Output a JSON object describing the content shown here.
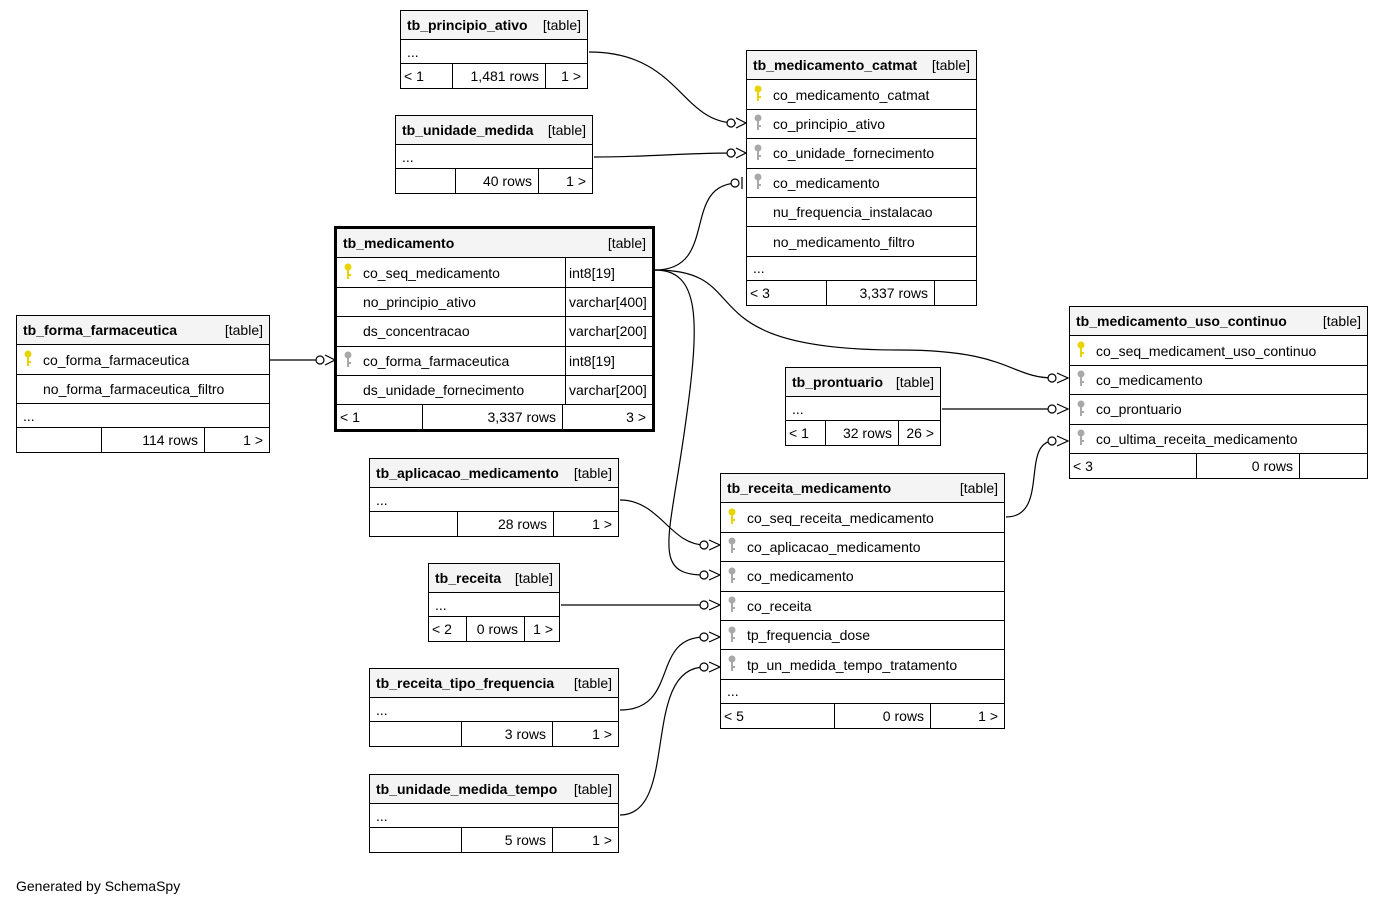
{
  "footer": "Generated by SchemaSpy",
  "table_tag": "[table]",
  "ellipsis": "...",
  "tables": {
    "principio_ativo": {
      "name": "tb_principio_ativo",
      "columns": [],
      "footer": [
        "< 1",
        "1,481 rows",
        "1 >"
      ]
    },
    "unidade_medida": {
      "name": "tb_unidade_medida",
      "columns": [],
      "footer": [
        "",
        "40 rows",
        "1 >"
      ]
    },
    "medicamento_catmat": {
      "name": "tb_medicamento_catmat",
      "columns": [
        {
          "name": "co_medicamento_catmat",
          "key": "pk"
        },
        {
          "name": "co_principio_ativo",
          "key": "fk"
        },
        {
          "name": "co_unidade_fornecimento",
          "key": "fk"
        },
        {
          "name": "co_medicamento",
          "key": "fk"
        },
        {
          "name": "nu_frequencia_instalacao",
          "key": ""
        },
        {
          "name": "no_medicamento_filtro",
          "key": ""
        }
      ],
      "footer": [
        "< 3",
        "3,337 rows",
        ""
      ]
    },
    "medicamento": {
      "name": "tb_medicamento",
      "columns": [
        {
          "name": "co_seq_medicamento",
          "type": "int8[19]",
          "key": "pk"
        },
        {
          "name": "no_principio_ativo",
          "type": "varchar[400]",
          "key": ""
        },
        {
          "name": "ds_concentracao",
          "type": "varchar[200]",
          "key": ""
        },
        {
          "name": "co_forma_farmaceutica",
          "type": "int8[19]",
          "key": "fk"
        },
        {
          "name": "ds_unidade_fornecimento",
          "type": "varchar[200]",
          "key": ""
        }
      ],
      "footer": [
        "< 1",
        "3,337 rows",
        "3 >"
      ]
    },
    "forma_farmaceutica": {
      "name": "tb_forma_farmaceutica",
      "columns": [
        {
          "name": "co_forma_farmaceutica",
          "key": "pk"
        },
        {
          "name": "no_forma_farmaceutica_filtro",
          "key": ""
        }
      ],
      "footer": [
        "",
        "114 rows",
        "1 >"
      ]
    },
    "medicamento_uso_continuo": {
      "name": "tb_medicamento_uso_continuo",
      "columns": [
        {
          "name": "co_seq_medicament_uso_continuo",
          "key": "pk"
        },
        {
          "name": "co_medicamento",
          "key": "fk"
        },
        {
          "name": "co_prontuario",
          "key": "fk"
        },
        {
          "name": "co_ultima_receita_medicamento",
          "key": "fk"
        }
      ],
      "footer": [
        "< 3",
        "0 rows",
        ""
      ]
    },
    "prontuario": {
      "name": "tb_prontuario",
      "columns": [],
      "footer": [
        "< 1",
        "32 rows",
        "26 >"
      ]
    },
    "aplicacao_medicamento": {
      "name": "tb_aplicacao_medicamento",
      "columns": [],
      "footer": [
        "",
        "28 rows",
        "1 >"
      ]
    },
    "receita_medicamento": {
      "name": "tb_receita_medicamento",
      "columns": [
        {
          "name": "co_seq_receita_medicamento",
          "key": "pk"
        },
        {
          "name": "co_aplicacao_medicamento",
          "key": "fk"
        },
        {
          "name": "co_medicamento",
          "key": "fk"
        },
        {
          "name": "co_receita",
          "key": "fk"
        },
        {
          "name": "tp_frequencia_dose",
          "key": "fk"
        },
        {
          "name": "tp_un_medida_tempo_tratamento",
          "key": "fk"
        }
      ],
      "footer": [
        "< 5",
        "0 rows",
        "1 >"
      ]
    },
    "receita": {
      "name": "tb_receita",
      "columns": [],
      "footer": [
        "< 2",
        "0 rows",
        "1 >"
      ]
    },
    "receita_tipo_frequencia": {
      "name": "tb_receita_tipo_frequencia",
      "columns": [],
      "footer": [
        "",
        "3 rows",
        "1 >"
      ]
    },
    "unidade_medida_tempo": {
      "name": "tb_unidade_medida_tempo",
      "columns": [],
      "footer": [
        "",
        "5 rows",
        "1 >"
      ]
    }
  },
  "colors": {
    "pk_key": "#e8d400",
    "fk_key": "#a9a9a9",
    "header_bg": "#f4f4f4",
    "line": "#000000"
  }
}
